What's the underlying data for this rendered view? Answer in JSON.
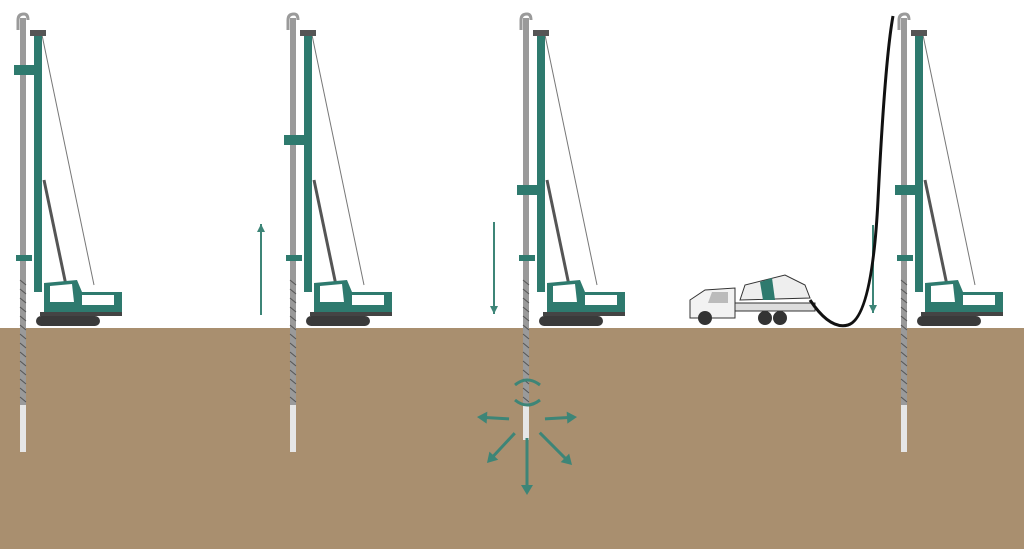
{
  "diagram": {
    "steps": [
      {
        "name": "step-1-initial-drill",
        "rod_state": "installed",
        "arrow": "none"
      },
      {
        "name": "step-2-withdraw",
        "rod_state": "lifting",
        "arrow": "up"
      },
      {
        "name": "step-3-rotate-displace",
        "rod_state": "rotating",
        "arrow": "down"
      },
      {
        "name": "step-4-grout-fill",
        "rod_state": "grouting",
        "arrow": "down"
      }
    ]
  },
  "colors": {
    "ground": "#a98f6f",
    "sky": "#ffffff",
    "rig_teal": "#2e7a6e",
    "pipe_gray": "#9a9a9a",
    "casing_white": "#e6e6e6",
    "arrow_teal": "#3d8577",
    "track_dark": "#3a3a3a",
    "hose_black": "#111111"
  }
}
